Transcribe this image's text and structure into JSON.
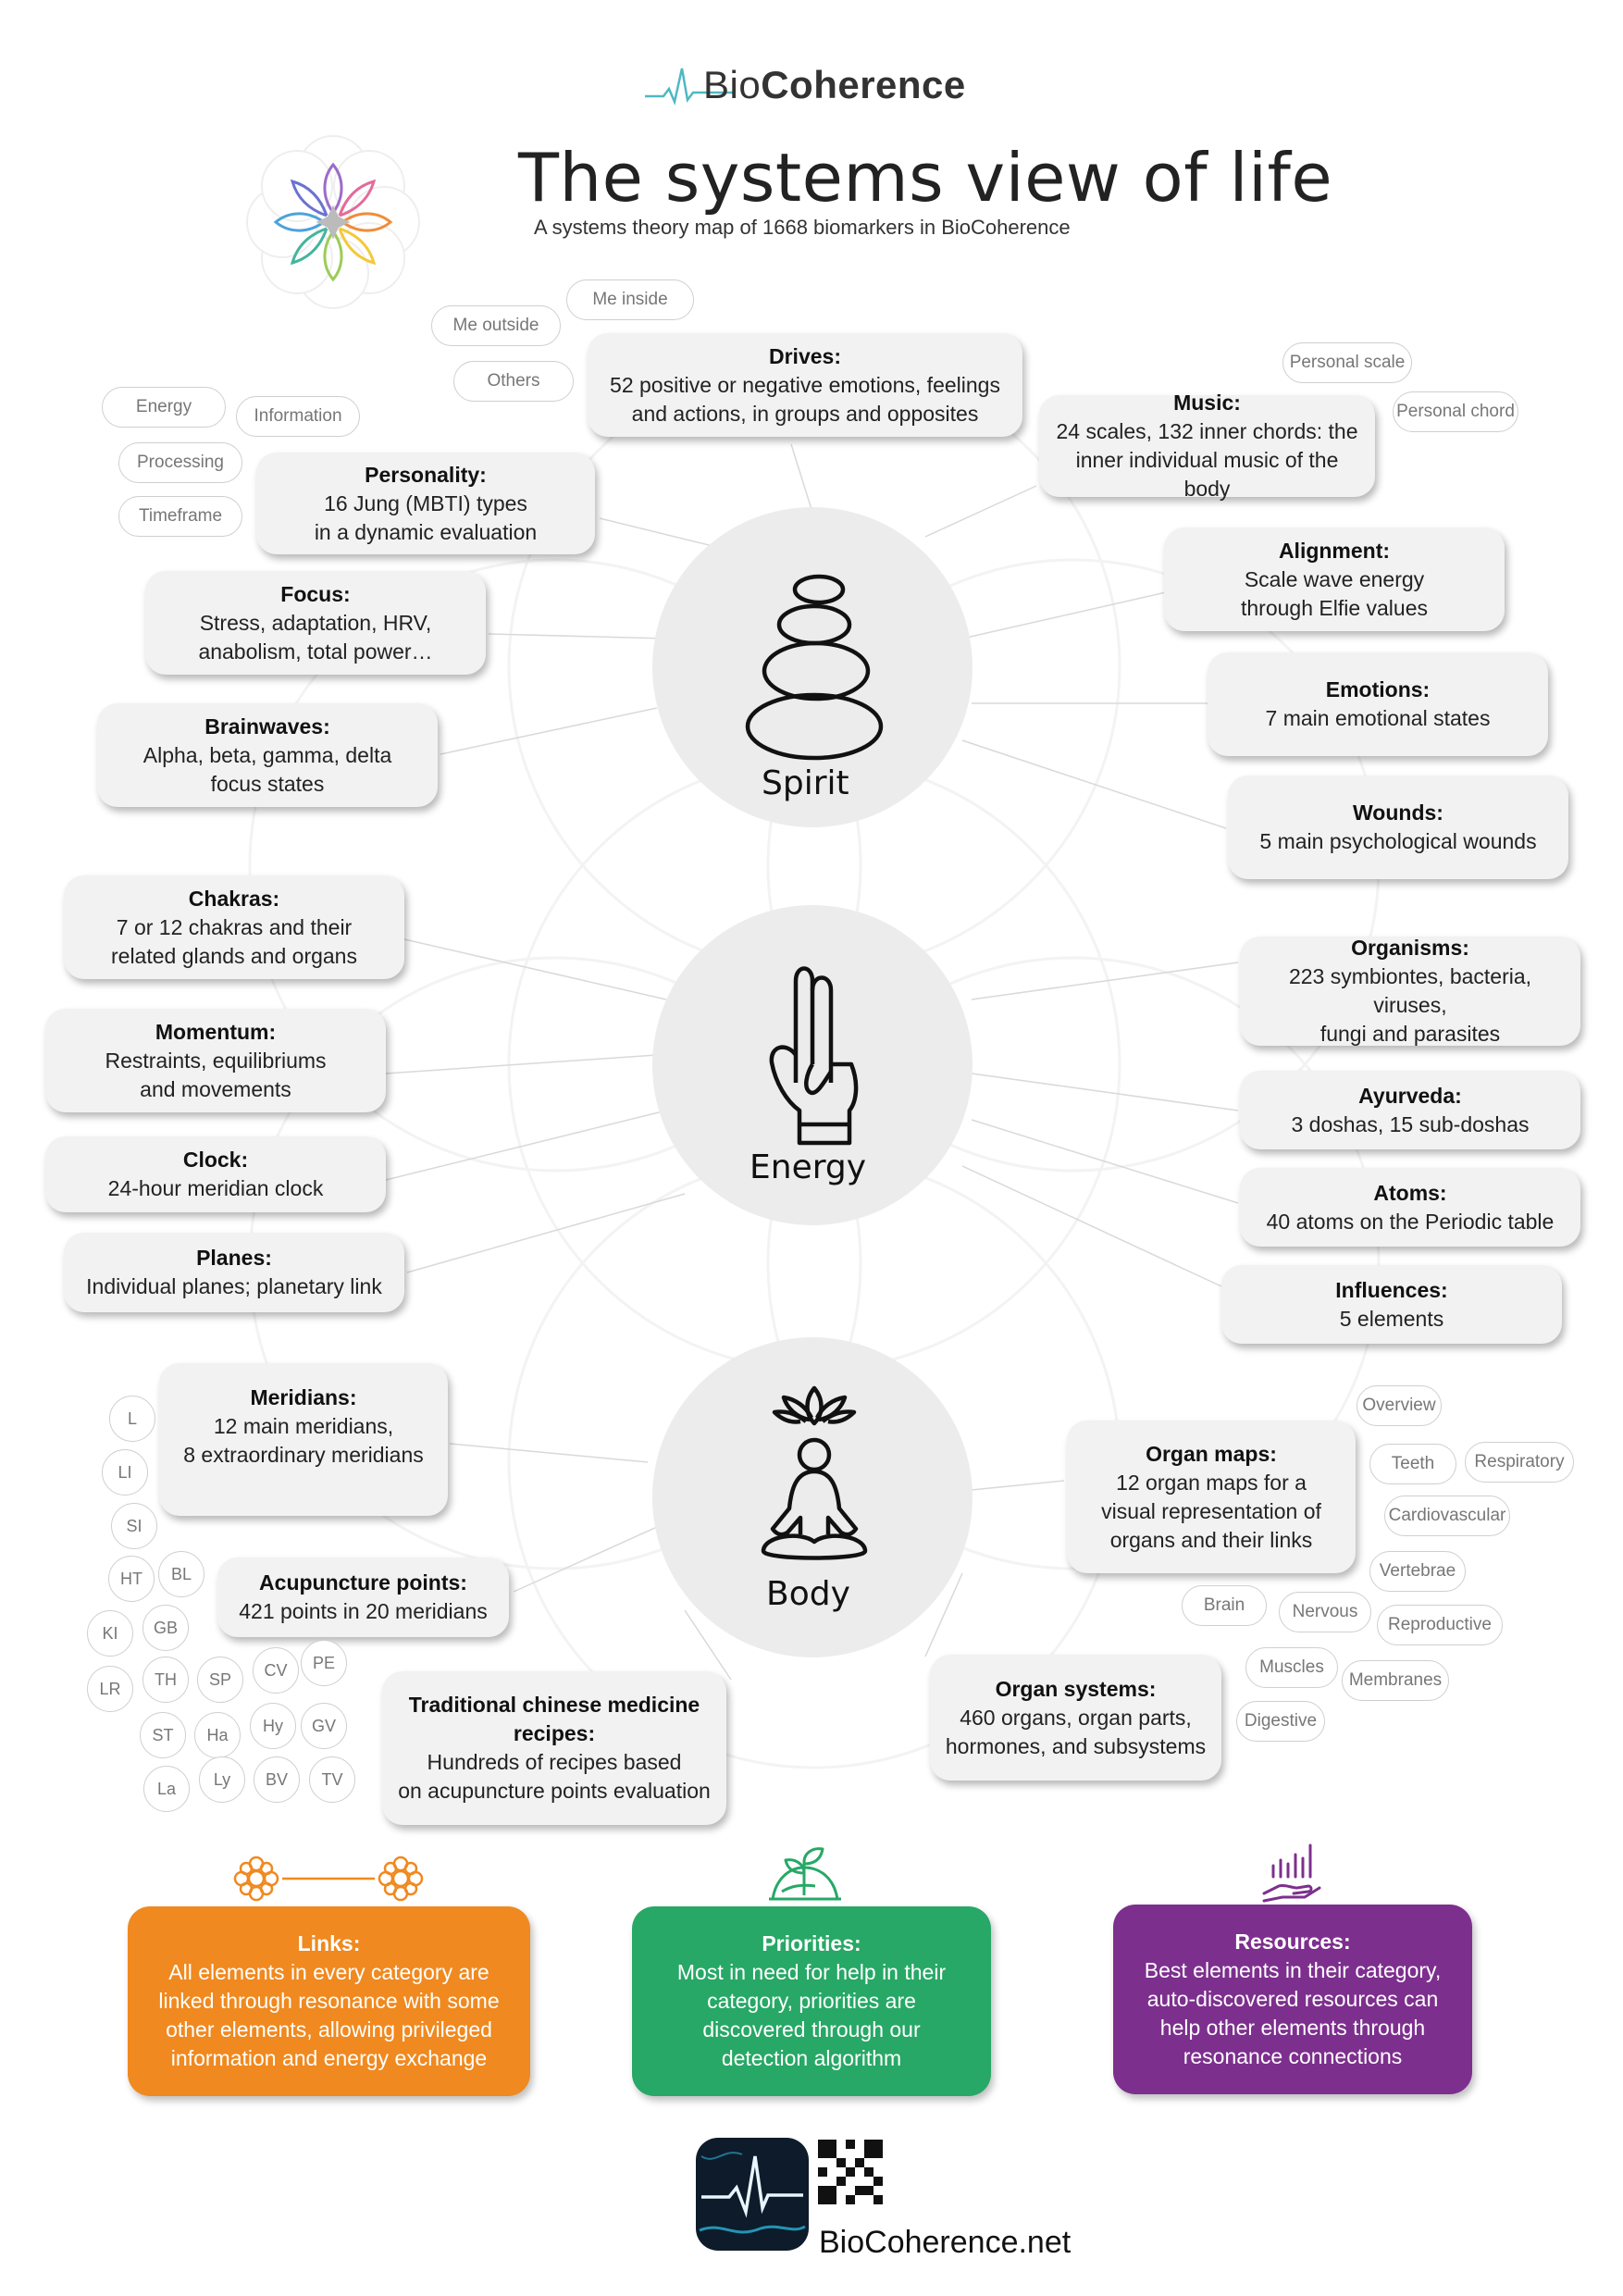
{
  "header": {
    "brand_light": "Bio",
    "brand_bold": "Coherence",
    "title": "The systems view of life",
    "subtitle": "A systems theory map of 1668 biomarkers in BioCoherence"
  },
  "colors": {
    "links": "#f0891f",
    "priorities": "#27a866",
    "resources": "#7d2f8e",
    "hub": "#ececec",
    "box": "#f2f2f2"
  },
  "hubs": {
    "spirit": {
      "label": "Spirit",
      "icon": "stacked-stones-icon"
    },
    "energy": {
      "label": "Energy",
      "icon": "hand-mudra-icon"
    },
    "body": {
      "label": "Body",
      "icon": "meditation-lotus-icon"
    }
  },
  "boxes": {
    "drives": {
      "title": "Drives:",
      "desc": [
        "52 positive or negative emotions, feelings",
        "and actions, in groups and opposites"
      ]
    },
    "music": {
      "title": "Music:",
      "desc": [
        "24 scales, 132 inner chords: the",
        "inner individual music of the body"
      ]
    },
    "personality": {
      "title": "Personality:",
      "desc": [
        "16 Jung (MBTI) types",
        "in a dynamic evaluation"
      ]
    },
    "focus": {
      "title": "Focus:",
      "desc": [
        "Stress, adaptation, HRV,",
        "anabolism, total power…"
      ]
    },
    "brainwaves": {
      "title": "Brainwaves:",
      "desc": [
        "Alpha, beta, gamma, delta",
        "focus states"
      ]
    },
    "alignment": {
      "title": "Alignment:",
      "desc": [
        "Scale wave energy",
        "through Elfie values"
      ]
    },
    "emotions": {
      "title": "Emotions:",
      "desc": [
        "7 main emotional states"
      ]
    },
    "wounds": {
      "title": "Wounds:",
      "desc": [
        "5 main psychological wounds"
      ]
    },
    "chakras": {
      "title": "Chakras:",
      "desc": [
        "7 or 12 chakras  and their",
        "related glands and organs"
      ]
    },
    "momentum": {
      "title": "Momentum:",
      "desc": [
        "Restraints, equilibriums",
        "and movements"
      ]
    },
    "clock": {
      "title": "Clock:",
      "desc": [
        "24-hour meridian clock"
      ]
    },
    "planes": {
      "title": "Planes:",
      "desc": [
        "Individual planes; planetary link"
      ]
    },
    "organisms": {
      "title": "Organisms:",
      "desc": [
        "223 symbiontes, bacteria, viruses,",
        "fungi and parasites"
      ]
    },
    "ayurveda": {
      "title": "Ayurveda:",
      "desc": [
        "3 doshas, 15 sub-doshas"
      ]
    },
    "atoms": {
      "title": "Atoms:",
      "desc": [
        "40 atoms on the Periodic table"
      ]
    },
    "influences": {
      "title": "Influences:",
      "desc": [
        "5 elements"
      ]
    },
    "meridians": {
      "title": "Meridians:",
      "desc": [
        "12 main meridians,",
        "8 extraordinary meridians"
      ]
    },
    "acupuncture": {
      "title": "Acupuncture points:",
      "desc": [
        "421 points in 20 meridians"
      ]
    },
    "tcm": {
      "title": "Traditional chinese medicine",
      "title2": "recipes:",
      "desc": [
        "Hundreds of recipes based",
        "on acupuncture points evaluation"
      ]
    },
    "organmaps": {
      "title": "Organ maps:",
      "desc": [
        "12 organ maps for a",
        "visual representation of",
        "organs and their links"
      ]
    },
    "organsystems": {
      "title": "Organ systems:",
      "desc": [
        "460 organs, organ parts,",
        "hormones, and subsystems"
      ]
    }
  },
  "pills": {
    "me_inside": "Me inside",
    "me_outside": "Me outside",
    "others": "Others",
    "personal_scale": "Personal scale",
    "personal_chord": "Personal chord",
    "energy": "Energy",
    "information": "Information",
    "processing": "Processing",
    "timeframe": "Timeframe",
    "overview": "Overview",
    "teeth": "Teeth",
    "respiratory": "Respiratory",
    "cardiovascular": "Cardiovascular",
    "vertebrae": "Vertebrae",
    "brain": "Brain",
    "nervous": "Nervous",
    "reproductive": "Reproductive",
    "muscles": "Muscles",
    "membranes": "Membranes",
    "digestive": "Digestive"
  },
  "meridian_codes": [
    "L",
    "LI",
    "SI",
    "HT",
    "BL",
    "KI",
    "GB",
    "LR",
    "TH",
    "SP",
    "CV",
    "PE",
    "ST",
    "Ha",
    "Hy",
    "GV",
    "La",
    "Ly",
    "BV",
    "TV"
  ],
  "cards": {
    "links": {
      "title": "Links:",
      "desc": [
        "All elements in every category are",
        "linked through resonance with some",
        "other elements, allowing privileged",
        "information and energy exchange"
      ],
      "icon": "linked-flowers-icon"
    },
    "priorities": {
      "title": "Priorities:",
      "desc": [
        "Most in need for help in their",
        "category, priorities are",
        "discovered through our",
        "detection algorithm"
      ],
      "icon": "hand-plant-icon"
    },
    "resources": {
      "title": "Resources:",
      "desc": [
        "Best elements in their category,",
        "auto-discovered resources can",
        "help other elements through",
        "resonance connections"
      ],
      "icon": "hand-chart-icon"
    }
  },
  "footer": {
    "url": "BioCoherence.net"
  }
}
